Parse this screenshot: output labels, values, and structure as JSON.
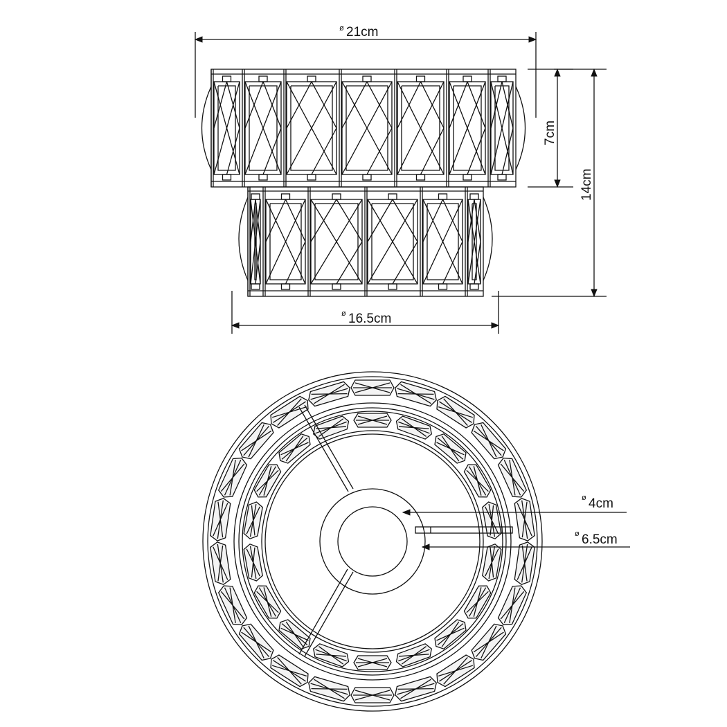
{
  "dimensions": {
    "top_diameter": {
      "symbol": "ø",
      "value": "21cm"
    },
    "bottom_diameter": {
      "symbol": "ø",
      "value": "16.5cm"
    },
    "upper_tier_height": {
      "value": "7cm"
    },
    "total_height": {
      "value": "14cm"
    },
    "inner_diameter": {
      "symbol": "ø",
      "value": "4cm"
    },
    "mount_diameter": {
      "symbol": "ø",
      "value": "6.5cm"
    }
  },
  "colors": {
    "line": "#111111",
    "crystal_fill": "#f3f3f3",
    "background": "#ffffff"
  },
  "icons": {
    "diameter_symbol": "diameter-icon",
    "arrowhead": "arrowhead-icon"
  }
}
